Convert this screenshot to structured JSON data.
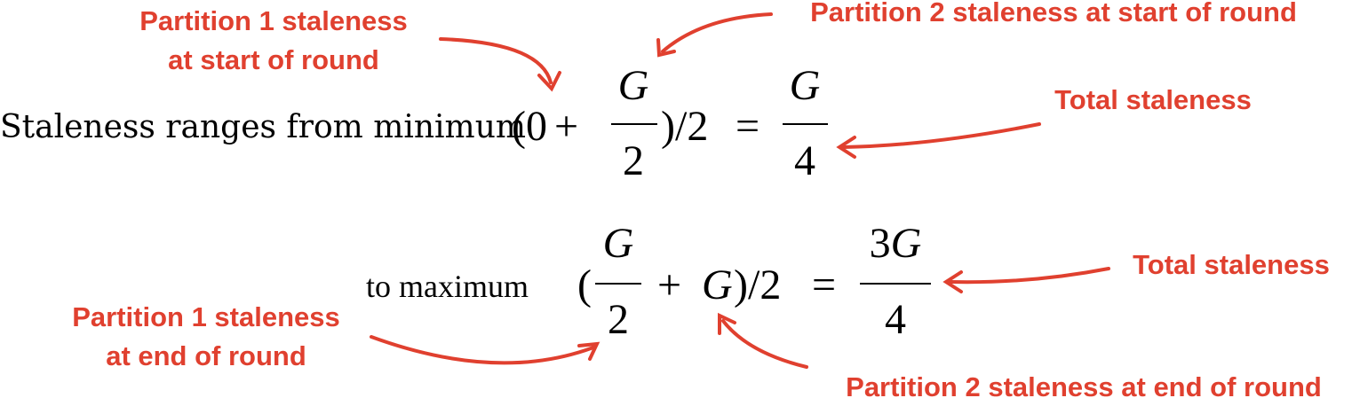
{
  "colors": {
    "annotation": "#e0402f",
    "equation": "#000000"
  },
  "equation1": {
    "prefix": "Staleness ranges from minimum",
    "open": "(0",
    "plus": "+",
    "frac1_num": "G",
    "frac1_den": "2",
    "close": ")/2",
    "equals": "=",
    "result_num": "G",
    "result_den": "4"
  },
  "equation2": {
    "prefix": "to maximum",
    "open": "(",
    "frac1_num": "G",
    "frac1_den": "2",
    "plus": "+",
    "g_term": "G",
    "close": ")/2",
    "equals": "=",
    "result_num_coef": "3",
    "result_num_var": "G",
    "result_den": "4"
  },
  "annotations": {
    "p1_start_line1": "Partition 1 staleness",
    "p1_start_line2": "at start of round",
    "p2_start": "Partition 2 staleness at start of round",
    "total1": "Total staleness",
    "total2": "Total staleness",
    "p1_end_line1": "Partition 1 staleness",
    "p1_end_line2": "at end of round",
    "p2_end": "Partition 2 staleness at end of round"
  }
}
